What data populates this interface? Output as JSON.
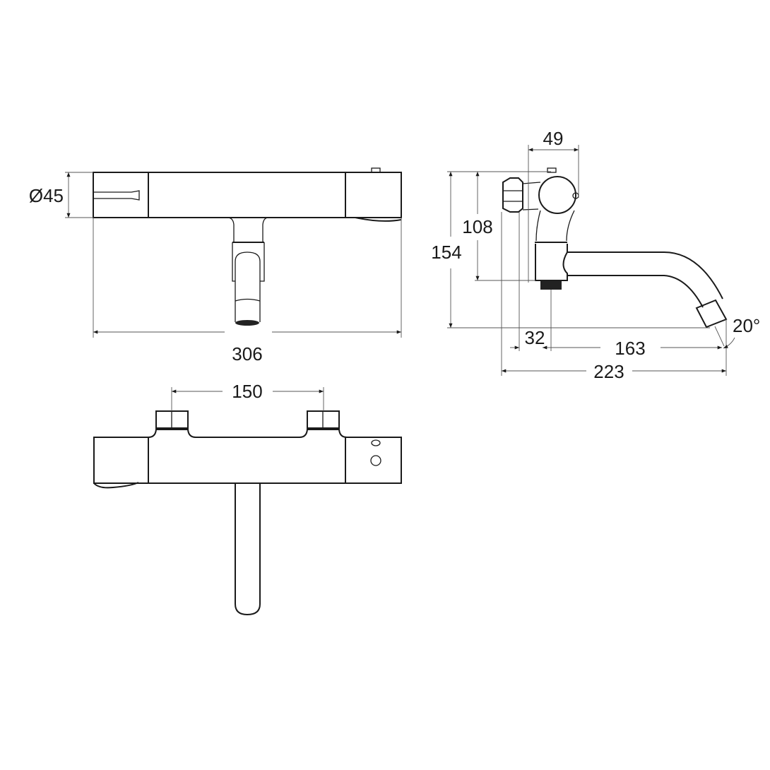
{
  "drawing": {
    "front_view": {
      "diameter_label": "Ø45",
      "overall_width": "306"
    },
    "side_view": {
      "depth_top": "49",
      "height_inlet": "108",
      "height_total": "154",
      "inlet_offset": "32",
      "spout_reach": "163",
      "overall_depth": "223",
      "spout_angle": "20°"
    },
    "top_view": {
      "inlet_centers": "150"
    }
  }
}
